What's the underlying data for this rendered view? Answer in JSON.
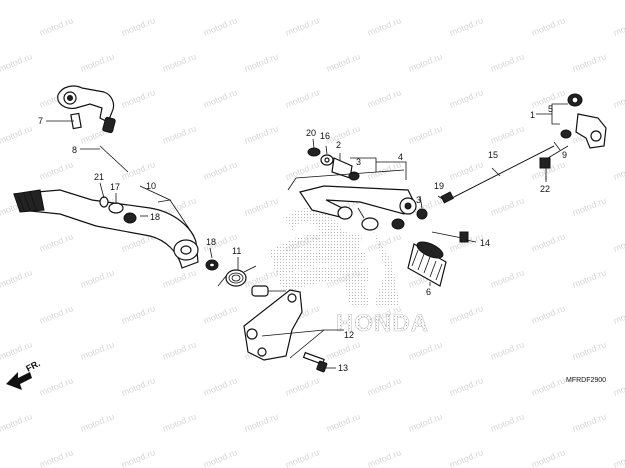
{
  "diagram": {
    "watermark_text": "motod.ru",
    "brand_text": "HONDA",
    "front_arrow_label": "FR.",
    "figure_code": "MFRDF2900",
    "callouts": [
      "1",
      "2",
      "3",
      "3",
      "4",
      "5",
      "6",
      "7",
      "8",
      "9",
      "10",
      "11",
      "12",
      "13",
      "14",
      "15",
      "16",
      "17",
      "18",
      "18",
      "19",
      "20",
      "21",
      "22"
    ]
  }
}
